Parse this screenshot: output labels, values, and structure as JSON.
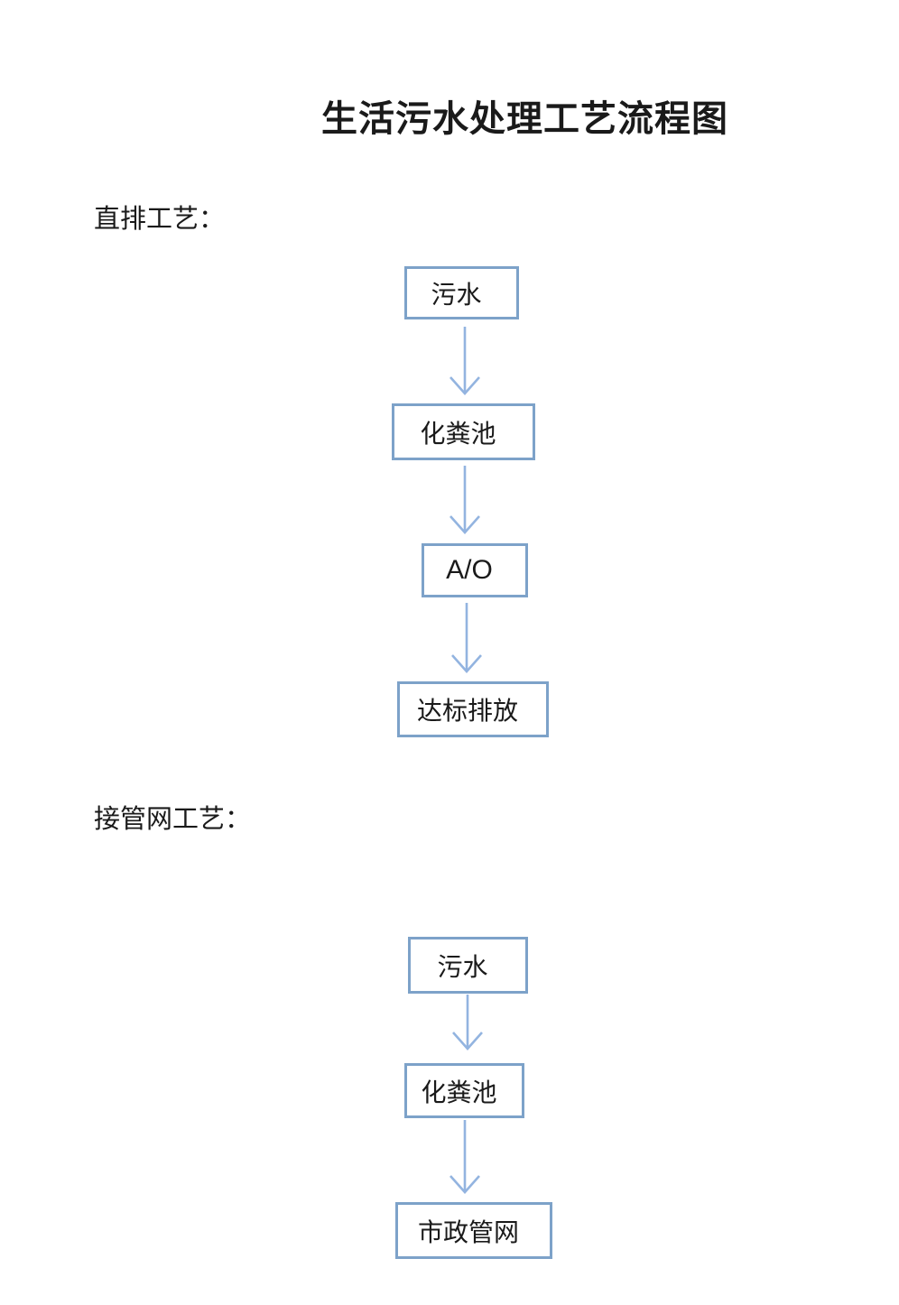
{
  "document": {
    "title": "生活污水处理工艺流程图"
  },
  "colors": {
    "box_border": "#7da2c9",
    "arrow": "#93b4e0",
    "text": "#1a1a1a",
    "page_background": "#ffffff"
  },
  "sections": [
    {
      "label": "直排工艺：",
      "nodes": [
        {
          "label": "污水"
        },
        {
          "label": "化粪池"
        },
        {
          "label": "A/O"
        },
        {
          "label": "达标排放"
        }
      ]
    },
    {
      "label": "接管网工艺：",
      "nodes": [
        {
          "label": "污水"
        },
        {
          "label": "化粪池"
        },
        {
          "label": "市政管网"
        }
      ]
    }
  ]
}
